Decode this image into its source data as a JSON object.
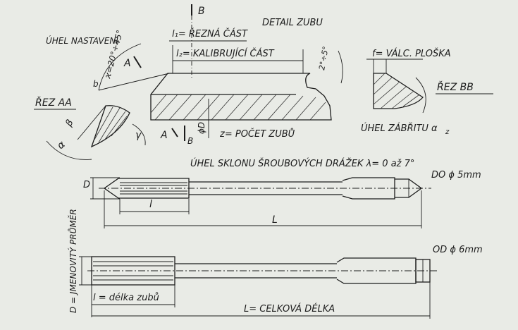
{
  "labels": {
    "section_b": "B",
    "detail_title": "DETAIL ZUBU",
    "cutting_part": "l₁= ŘEZNÁ ČÁST",
    "setting_angle": "ÚHEL NASTAVENÍ",
    "calibrating_part": "l₂= KALIBRUJÍCÍ ČÁST",
    "chamfer_angle": "2°÷5°",
    "cylindrical_land": "f= VÁLC. PLOŠKA",
    "section_aa": "ŘEZ AA",
    "section_bb": "ŘEZ BB",
    "kappa_angle": "ϰ=20°÷45°",
    "b_dim": "b",
    "a_mark_top": "A",
    "a_mark_bottom": "A",
    "b_mark_bottom": "B",
    "phi_d": "ϕD",
    "tooth_count": "z= POČET ZUBŮ",
    "relief_angle": "ÚHEL ZÁBŘITU α",
    "relief_angle_sub": "z",
    "rake_angle": "γ",
    "alpha_left": "α",
    "beta_left": "β"
  },
  "upper_reamer": {
    "helix_angle_note": "ÚHEL SKLONU ŠROUBOVÝCH DRÁŽEK λ= 0 až 7°",
    "d_label": "D",
    "l_label": "l",
    "total_length_label": "L",
    "range_note": "DO ϕ 5mm"
  },
  "lower_reamer": {
    "diameter_label": "D = JMENOVITÝ PRŮMĚR",
    "tooth_length_label": "l = délka zubů",
    "total_length_label": "L= CELKOVÁ DÉLKA",
    "range_note": "OD ϕ 6mm"
  },
  "colors": {
    "paper": "#e9ebe6",
    "ink": "#1c1c1c"
  }
}
